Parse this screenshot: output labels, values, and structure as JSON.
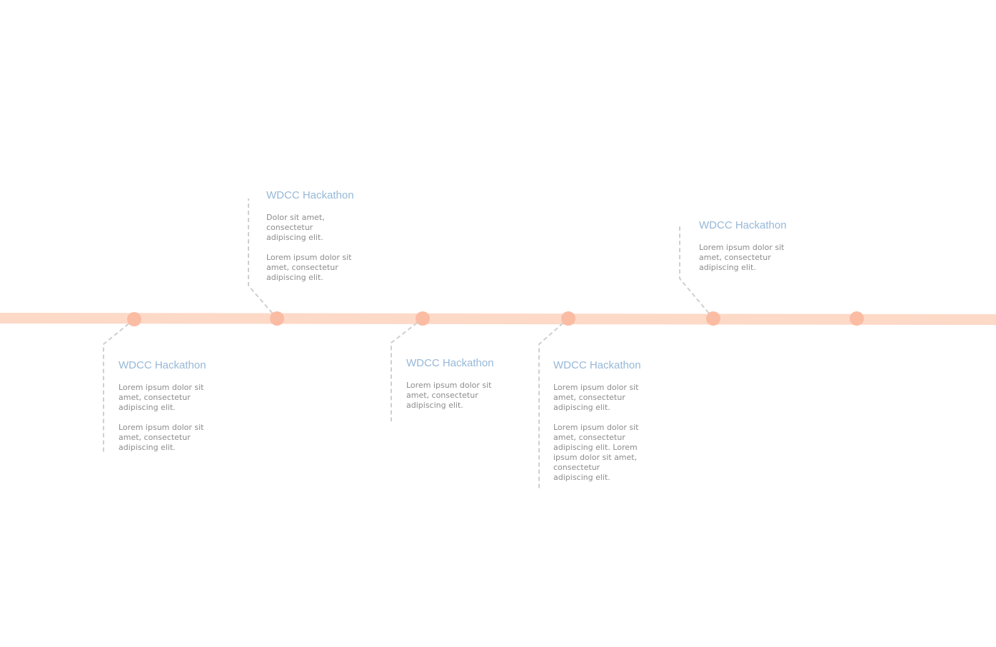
{
  "colors": {
    "track": "#fdd9c8",
    "dot": "#fbbca4",
    "connector": "#cfcfcf",
    "title": "#96b8d8",
    "body": "#8c8c8c"
  },
  "events": [
    {
      "title": "WDCC Hackathon",
      "paragraphs": [
        "Lorem ipsum dolor sit amet, consectetur adipiscing elit.",
        "Lorem ipsum dolor sit amet, consectetur adipiscing elit."
      ]
    },
    {
      "title": "WDCC Hackathon",
      "paragraphs": [
        "Dolor sit amet, consectetur adipiscing elit.",
        "Lorem ipsum dolor sit amet, consectetur adipiscing elit."
      ]
    },
    {
      "title": "WDCC Hackathon",
      "paragraphs": [
        "Lorem ipsum dolor sit amet, consectetur adipiscing elit."
      ]
    },
    {
      "title": "WDCC Hackathon",
      "paragraphs": [
        "Lorem ipsum dolor sit amet, consectetur adipiscing elit.",
        "Lorem ipsum dolor sit amet, consectetur adipiscing elit. Lorem ipsum dolor sit amet, consectetur adipiscing elit."
      ]
    },
    {
      "title": "WDCC Hackathon",
      "paragraphs": [
        "Lorem ipsum dolor sit amet, consectetur adipiscing elit."
      ]
    }
  ]
}
